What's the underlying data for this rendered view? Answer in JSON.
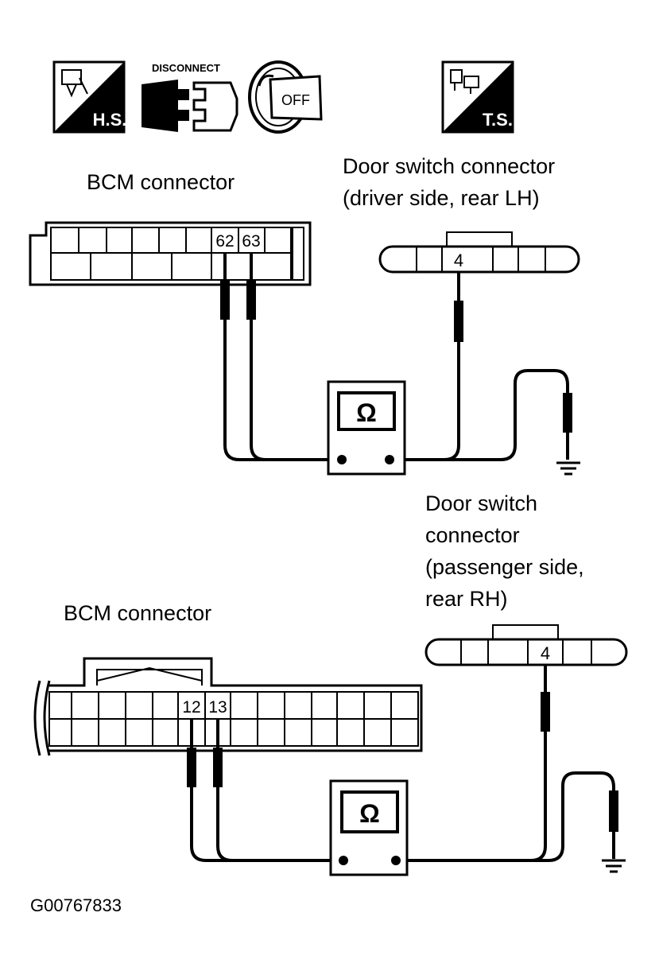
{
  "icons": {
    "hs_label": "H.S.",
    "disconnect_label": "DISCONNECT",
    "off_label": "OFF",
    "ts_label": "T.S."
  },
  "top": {
    "bcm_label": "BCM connector",
    "door_label": [
      "Door switch connector",
      "(driver side, rear LH)"
    ],
    "bcm_pins": [
      "62",
      "63"
    ],
    "door_pin": "4",
    "meter_symbol": "Ω"
  },
  "bottom": {
    "bcm_label": "BCM connector",
    "door_label": [
      "Door switch",
      "connector",
      "(passenger side,",
      "rear RH)"
    ],
    "bcm_pins": [
      "12",
      "13"
    ],
    "door_pin": "4",
    "meter_symbol": "Ω"
  },
  "figure_id": "G00767833"
}
